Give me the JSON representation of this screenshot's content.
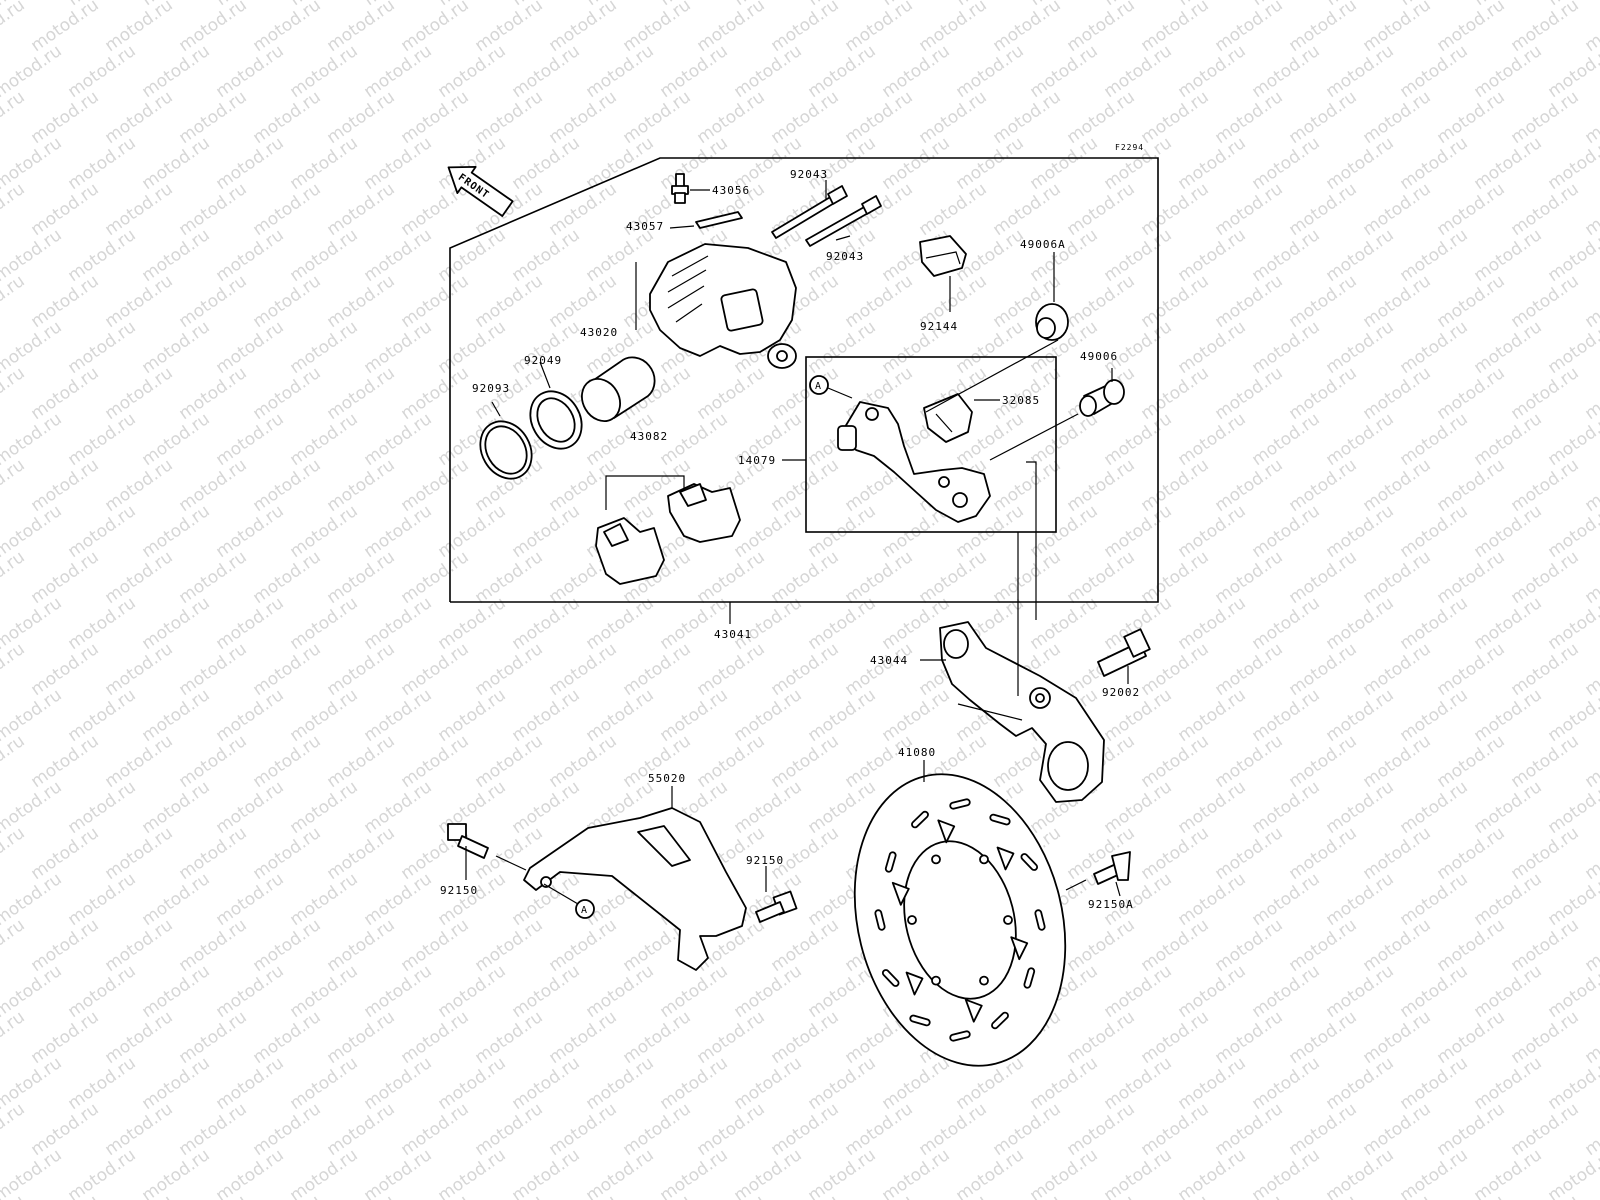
{
  "reference_code": "F2294",
  "watermark_text": "motod.ru",
  "front_arrow_label": "FRONT",
  "callout_letter": "A",
  "labels": {
    "p43056": "43056",
    "p92043_top": "92043",
    "p43057": "43057",
    "p92043_bottom": "92043",
    "p49006a": "49006A",
    "p92144": "92144",
    "p43020": "43020",
    "p92049": "92049",
    "p92093": "92093",
    "p49006": "49006",
    "p32085": "32085",
    "p43082": "43082",
    "p14079": "14079",
    "p43041": "43041",
    "p43044": "43044",
    "p92002": "92002",
    "p41080": "41080",
    "p55020": "55020",
    "p92150_right": "92150",
    "p92150_left": "92150",
    "p92150a": "92150A"
  }
}
